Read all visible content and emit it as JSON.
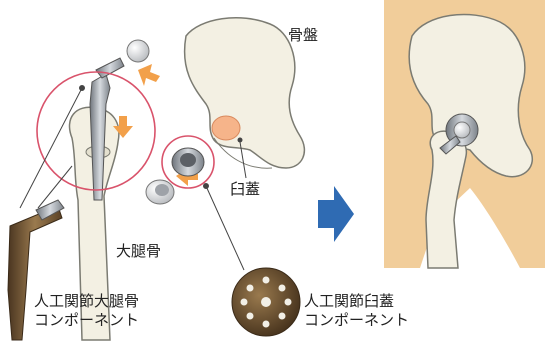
{
  "labels": {
    "pelvis": "骨盤",
    "acetabulum": "臼蓋",
    "femur": "大腿骨",
    "femoral_component": [
      "人工関節大腿骨",
      "コンポーネント"
    ],
    "acetabular_component": [
      "人工関節臼蓋",
      "コンポーネント"
    ]
  },
  "colors": {
    "bone_fill": "#f3f0e3",
    "bone_stroke": "#7b7b72",
    "highlight_circle": "#d9536b",
    "move_arrow": "#f2a04a",
    "direction_arrow": "#2f6bb3",
    "skin": "#f1cd9a",
    "implant_metal": "#8f959c",
    "implant_bronze": "#7a5c35",
    "cartilage": "#f6b48a"
  },
  "icons": {
    "move_arrow": "down-arrow-orange",
    "result_arrow": "right-arrow-blue"
  }
}
